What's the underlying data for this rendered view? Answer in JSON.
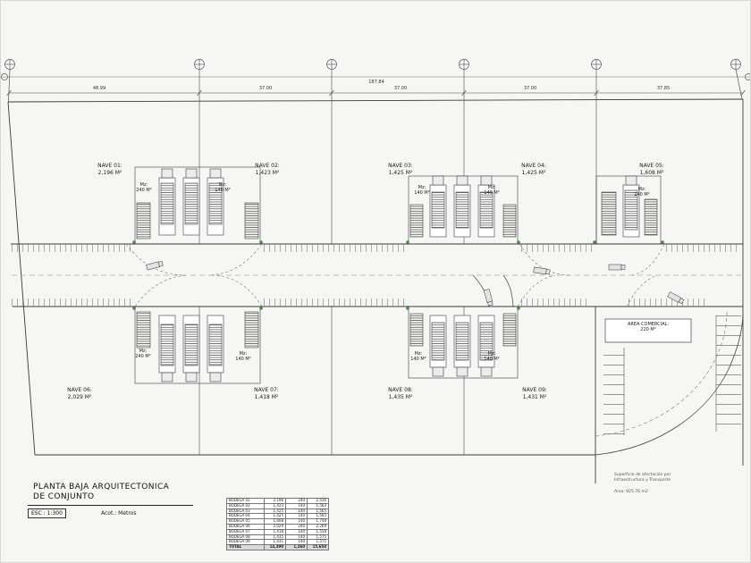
{
  "titleblock": {
    "line1": "PLANTA BAJA ARQUITECTONICA",
    "line2": "DE CONJUNTO",
    "scale": "ESC : 1:300",
    "units": "Acot.: Metros"
  },
  "dimensions": {
    "total": "187.84",
    "segments": [
      "48.99",
      "37.00",
      "37.00",
      "37.00",
      "37.85"
    ]
  },
  "naves": {
    "top": [
      {
        "name": "NAVE 01:",
        "area": "2,196 M²"
      },
      {
        "name": "NAVE 02:",
        "area": "1,423 M²"
      },
      {
        "name": "NAVE 03:",
        "area": "1,425 M²"
      },
      {
        "name": "NAVE 04:",
        "area": "1,425 M²"
      },
      {
        "name": "NAVE 05:",
        "area": "1,608 M²"
      }
    ],
    "bottom": [
      {
        "name": "NAVE 06:",
        "area": "2,029 M²"
      },
      {
        "name": "NAVE 07:",
        "area": "1,418 M²"
      },
      {
        "name": "NAVE 08:",
        "area": "1,435 M²"
      },
      {
        "name": "NAVE 09:",
        "area": "1,431 M²"
      }
    ]
  },
  "mz": {
    "top": [
      {
        "label": "Mz:",
        "value": "240 M²"
      },
      {
        "label": "Mz:",
        "value": "140 M²"
      },
      {
        "label": "Mz:",
        "value": "140 M²"
      },
      {
        "label": "Mz:",
        "value": "140 M²"
      },
      {
        "label": "Mz:",
        "value": "140 M²"
      }
    ],
    "bottom": [
      {
        "label": "Mz:",
        "value": "240 M²"
      },
      {
        "label": "Mz:",
        "value": "140 M²"
      },
      {
        "label": "Mz:",
        "value": "140 M²"
      },
      {
        "label": "Mz:",
        "value": "140 M²"
      }
    ]
  },
  "commercial": {
    "line1": "AREA COMERCIAL:",
    "line2": "220 M²"
  },
  "notes": {
    "line1": "Superficie de afectación por",
    "line2": "Infraestructura y Transporte",
    "line3": "Area: 925.76 m2"
  },
  "table": {
    "rows": [
      [
        "BODEGA 01",
        "2,196",
        "240",
        "2,436"
      ],
      [
        "BODEGA 02",
        "1,423",
        "140",
        "1,563"
      ],
      [
        "BODEGA 03",
        "1,425",
        "140",
        "1,565"
      ],
      [
        "BODEGA 04",
        "1,425",
        "140",
        "1,565"
      ],
      [
        "BODEGA 05",
        "1,608",
        "140",
        "1,748"
      ],
      [
        "BODEGA 06",
        "2,029",
        "240",
        "2,269"
      ],
      [
        "BODEGA 07",
        "1,418",
        "140",
        "1,558"
      ],
      [
        "BODEGA 08",
        "1,435",
        "140",
        "1,575"
      ],
      [
        "BODEGA 09",
        "1,431",
        "140",
        "1,571"
      ]
    ],
    "total": [
      "TOTAL",
      "14,390",
      "1,260",
      "15,650"
    ]
  }
}
